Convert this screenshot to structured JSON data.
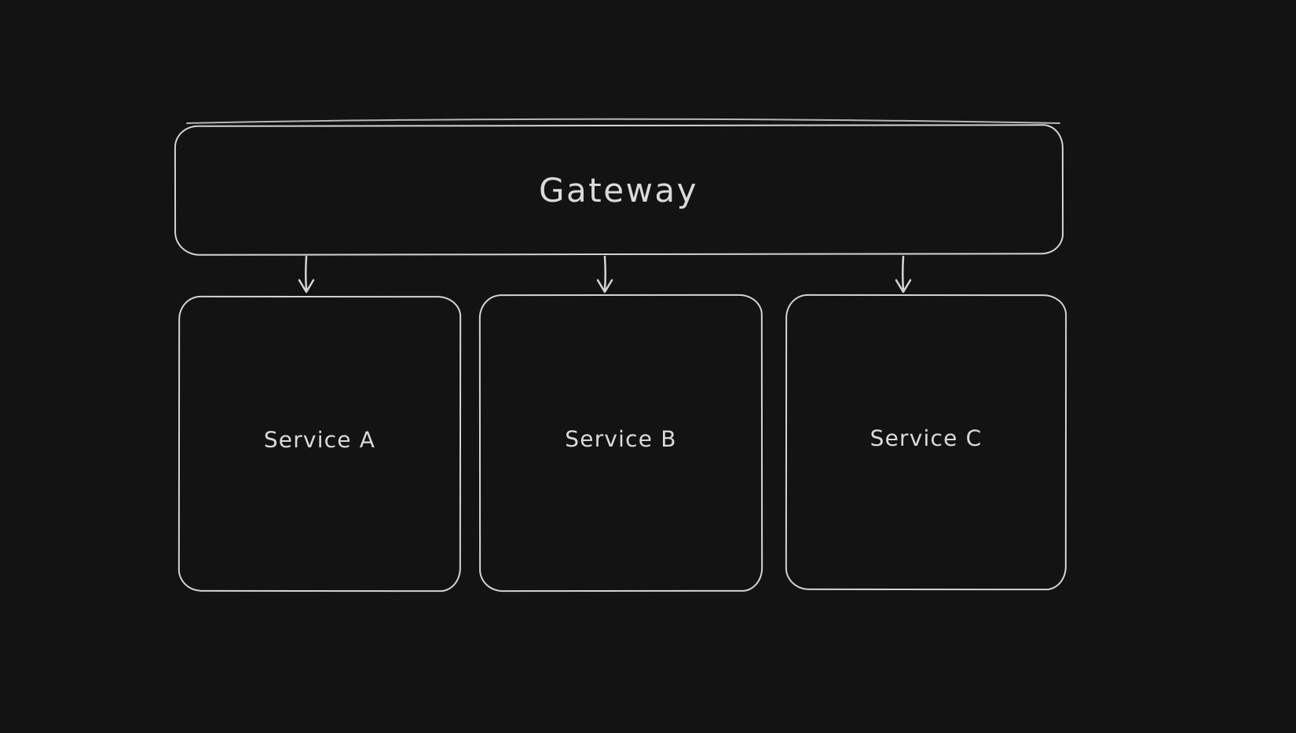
{
  "colors": {
    "background": "#131313",
    "stroke": "#d4d4d4",
    "text": "#dadada"
  },
  "diagram": {
    "nodes": [
      {
        "id": "gateway",
        "label": "Gateway"
      },
      {
        "id": "service-a",
        "label": "Service A"
      },
      {
        "id": "service-b",
        "label": "Service B"
      },
      {
        "id": "service-c",
        "label": "Service C"
      }
    ],
    "edges": [
      {
        "from": "gateway",
        "to": "service-a"
      },
      {
        "from": "gateway",
        "to": "service-b"
      },
      {
        "from": "gateway",
        "to": "service-c"
      }
    ]
  }
}
